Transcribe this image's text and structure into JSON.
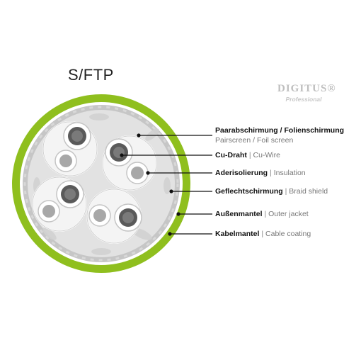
{
  "title": "S/FTP",
  "logo": {
    "brand": "DIGITUS®",
    "tagline": "Professional"
  },
  "labels": [
    {
      "de": "Paarabschirmung / Folienschirmung",
      "en": "Pairscreen / Foil screen"
    },
    {
      "de": "Cu-Draht",
      "en": "Cu-Wire"
    },
    {
      "de": "Aderisolierung",
      "en": "Insulation"
    },
    {
      "de": "Geflechtschirmung",
      "en": "Braid shield"
    },
    {
      "de": "Außenmantel",
      "en": "Outer jacket"
    },
    {
      "de": "Kabelmantel",
      "en": "Cable coating"
    }
  ],
  "separator": "|",
  "colors": {
    "coating": "#8fbf1e",
    "jacket": "#ffffff",
    "braid": "#c9c9c9",
    "filler": "#e3e3e3",
    "pair_fill": "#f2f2f2",
    "conductor_dark": "#5a5a5a",
    "conductor_light": "#a8a8a8",
    "line": "#111111"
  }
}
